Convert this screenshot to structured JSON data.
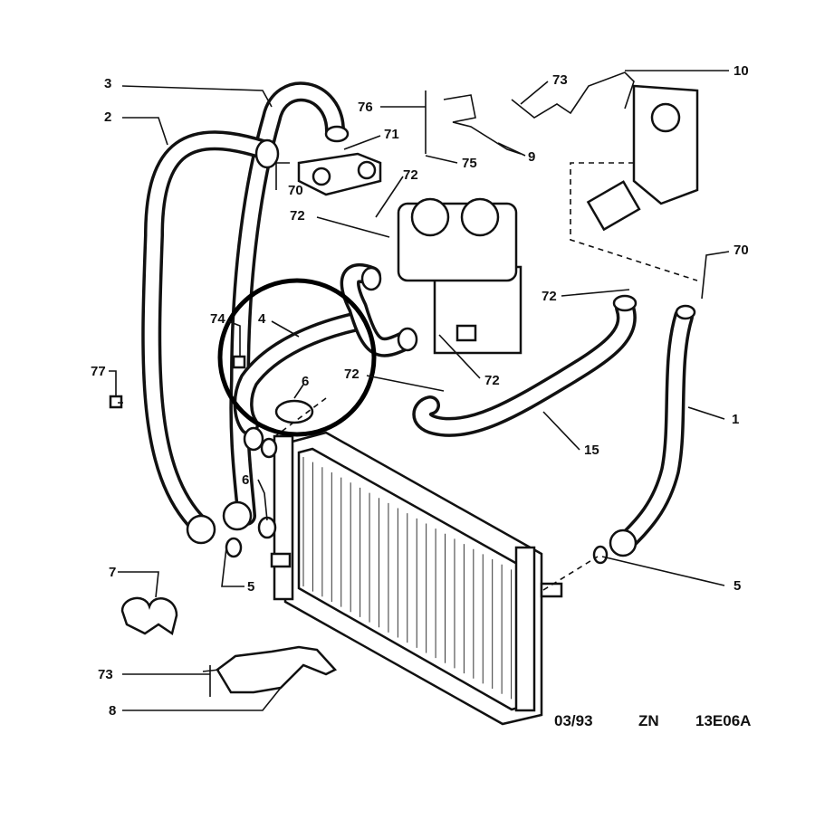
{
  "callouts": {
    "c3": "3",
    "c2": "2",
    "c76": "76",
    "c71": "71",
    "c70a": "70",
    "c73a": "73",
    "c10": "10",
    "c9": "9",
    "c75": "75",
    "c72a": "72",
    "c72b": "72",
    "c72c": "72",
    "c70b": "70",
    "c74": "74",
    "c4": "4",
    "c77": "77",
    "c6a": "6",
    "c72d": "72",
    "c72e": "72",
    "c1": "1",
    "c15": "15",
    "c6b": "6",
    "c5a": "5",
    "c7": "7",
    "c5b": "5",
    "c73b": "73",
    "c8": "8"
  },
  "footer": {
    "date": "03/93",
    "code": "ZN",
    "ref": "13E06A"
  }
}
